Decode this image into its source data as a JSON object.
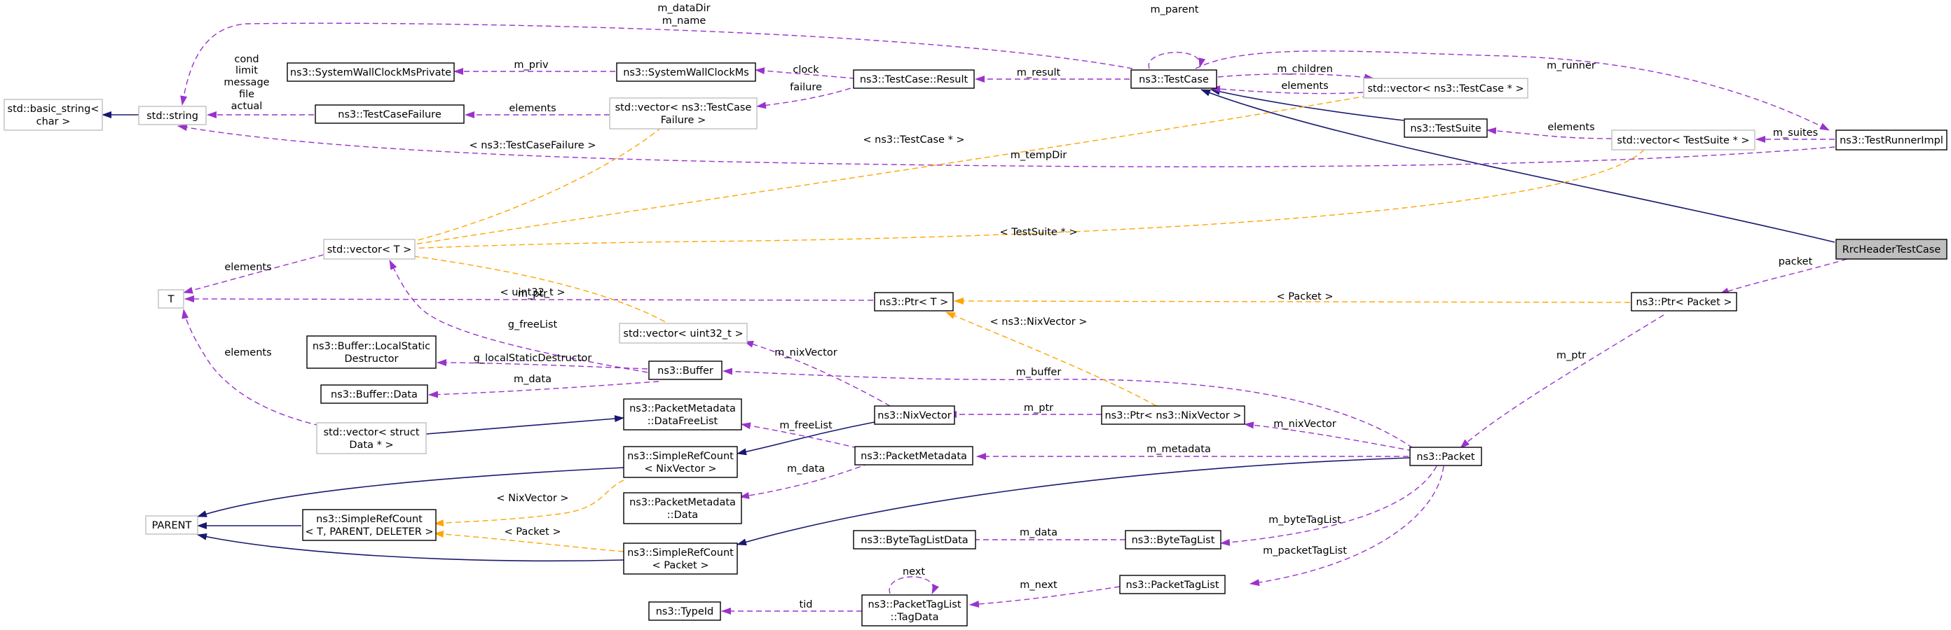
{
  "nodes": {
    "basic_string": [
      "std::basic_string<",
      "char >"
    ],
    "string": [
      "std::string"
    ],
    "syswallpriv": [
      "ns3::SystemWallClockMsPrivate"
    ],
    "syswall": [
      "ns3::SystemWallClockMs"
    ],
    "tcresult": [
      "ns3::TestCase::Result"
    ],
    "testcase": [
      "ns3::TestCase"
    ],
    "vec_testcase": [
      "std::vector< ns3::TestCase * >"
    ],
    "tcfailure": [
      "ns3::TestCaseFailure"
    ],
    "vec_tcfailure": [
      "std::vector< ns3::TestCase",
      "Failure >"
    ],
    "testsuite": [
      "ns3::TestSuite"
    ],
    "vec_testsuite": [
      "std::vector< TestSuite * >"
    ],
    "runner": [
      "ns3::TestRunnerImpl"
    ],
    "rrc": [
      "RrcHeaderTestCase"
    ],
    "vec_t": [
      "std::vector< T >"
    ],
    "t": [
      "T"
    ],
    "ptr_t": [
      "ns3::Ptr< T >"
    ],
    "ptr_packet": [
      "ns3::Ptr< Packet >"
    ],
    "vec_uint32": [
      "std::vector< uint32_t >"
    ],
    "lsd": [
      "ns3::Buffer::LocalStatic",
      "Destructor"
    ],
    "buffer": [
      "ns3::Buffer"
    ],
    "bufdata": [
      "ns3::Buffer::Data"
    ],
    "dfl": [
      "ns3::PacketMetadata",
      "::DataFreeList"
    ],
    "vec_struct": [
      "std::vector< struct",
      "Data * >"
    ],
    "nixvector": [
      "ns3::NixVector"
    ],
    "ptr_nix": [
      "ns3::Ptr< ns3::NixVector >"
    ],
    "packet": [
      "ns3::Packet"
    ],
    "src_nix": [
      "ns3::SimpleRefCount",
      "< NixVector >"
    ],
    "pktmeta": [
      "ns3::PacketMetadata"
    ],
    "parent": [
      "PARENT"
    ],
    "src_t": [
      "ns3::SimpleRefCount",
      "< T, PARENT, DELETER >"
    ],
    "pmdata": [
      "ns3::PacketMetadata",
      "::Data"
    ],
    "src_pkt": [
      "ns3::SimpleRefCount",
      "< Packet >"
    ],
    "btld": [
      "ns3::ByteTagListData"
    ],
    "btl": [
      "ns3::ByteTagList"
    ],
    "ptl": [
      "ns3::PacketTagList"
    ],
    "typeid": [
      "ns3::TypeId"
    ],
    "tagdata": [
      "ns3::PacketTagList",
      "::TagData"
    ]
  },
  "edge_labels": {
    "datadir_name": [
      "m_dataDir",
      "m_name"
    ],
    "parent_self": [
      "m_parent"
    ],
    "runner": [
      "m_runner"
    ],
    "result": [
      "m_result"
    ],
    "children": [
      "m_children"
    ],
    "elements_vtc": [
      "elements"
    ],
    "priv": [
      "m_priv"
    ],
    "clock": [
      "clock"
    ],
    "failure": [
      "failure"
    ],
    "elements_fail": [
      "elements"
    ],
    "cond_group": [
      "cond",
      "limit",
      "message",
      "file",
      "actual"
    ],
    "elements_ts": [
      "elements"
    ],
    "suites": [
      "m_suites"
    ],
    "tpl_tcfailure": [
      "< ns3::TestCaseFailure >"
    ],
    "tpl_testcase": [
      "< ns3::TestCase * >"
    ],
    "tempdir": [
      "m_tempDir"
    ],
    "tpl_testsuite": [
      "< TestSuite * >"
    ],
    "packet": [
      "packet"
    ],
    "elements_vt": [
      "elements"
    ],
    "tpl_uint32": [
      "< uint32_t >"
    ],
    "mptr_t": [
      "m_ptr"
    ],
    "tpl_packet": [
      "< Packet >"
    ],
    "freelist_g": [
      "g_freeList"
    ],
    "tpl_nixvector_ptr": [
      "< ns3::NixVector >"
    ],
    "elements_struct": [
      "elements"
    ],
    "nixvector_m": [
      "m_nixVector"
    ],
    "lsd": [
      "g_localStaticDestructor"
    ],
    "mdata_buf": [
      "m_data"
    ],
    "buffer": [
      "m_buffer"
    ],
    "mptr_pkt": [
      "m_ptr"
    ],
    "mptr_nix": [
      "m_ptr"
    ],
    "nixvec_pkt": [
      "m_nixVector"
    ],
    "freelist_m": [
      "m_freeList"
    ],
    "metadata": [
      "m_metadata"
    ],
    "mdata_pm": [
      "m_data"
    ],
    "tpl_nixvector": [
      "< NixVector >"
    ],
    "tpl_packet2": [
      "< Packet >"
    ],
    "bytetaglist": [
      "m_byteTagList"
    ],
    "mdata_btl": [
      "m_data"
    ],
    "packettaglist": [
      "m_packetTagList"
    ],
    "next_self": [
      "next"
    ],
    "mnext": [
      "m_next"
    ],
    "tid": [
      "tid"
    ]
  },
  "colors": {
    "inheritance": "#191970",
    "usage": "#9a32cd",
    "template": "#ffa500",
    "node_border": "#000000",
    "external_border": "#bfbfbf",
    "highlight_fill": "#bfbfbf"
  }
}
